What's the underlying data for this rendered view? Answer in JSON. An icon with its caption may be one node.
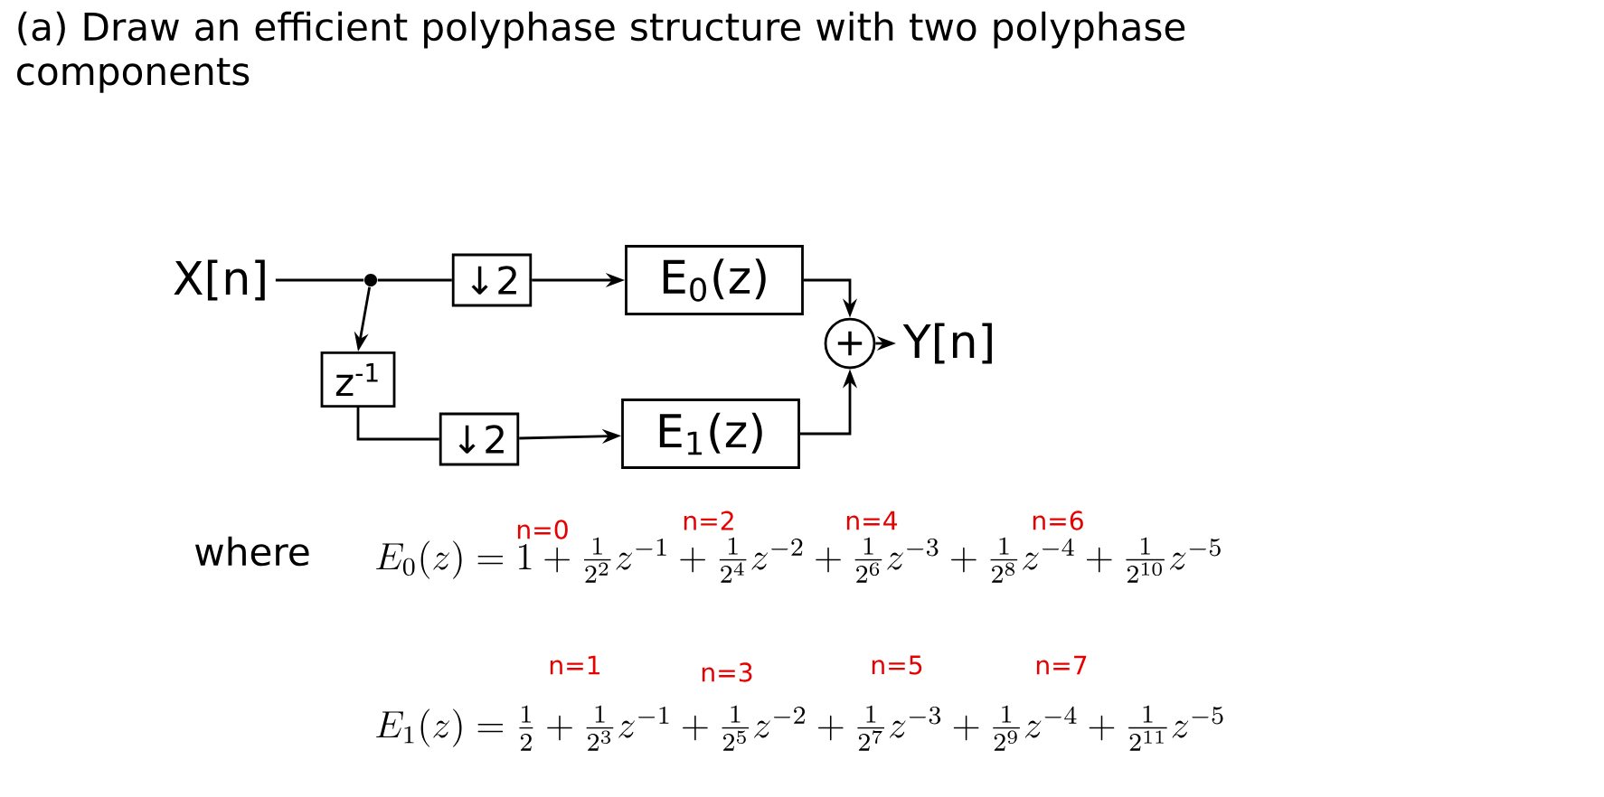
{
  "diagram": {
    "title": "(a) Draw an efficient polyphase structure with two polyphase components",
    "nodes": [
      {
        "text": [
          "X[n]"
        ]
      },
      {
        "text": [],
        "shape": "circle"
      },
      {
        "text": [
          "↓2"
        ]
      },
      {
        "text": [
          "E$_{0}$(z)"
        ]
      },
      {
        "text": [
          "z$^{-1}$"
        ]
      },
      {
        "text": [
          "↓2"
        ]
      },
      {
        "text": [
          "E$_{1}$(z)"
        ]
      },
      {
        "text": [
          "+"
        ]
      },
      {
        "text": [
          "Y[n]"
        ]
      }
    ],
    "edges": [
      {
        "from": 0,
        "to": 1,
        "arrow": "none"
      },
      {
        "from": 1,
        "to": 2,
        "arrow": "none"
      },
      {
        "from": 2,
        "to": 3,
        "arrow": "to"
      },
      {
        "from": 3,
        "to": 7,
        "arrow": "to"
      },
      {
        "from": 1,
        "to": 4,
        "arrow": "to"
      },
      {
        "from": 4,
        "to": 5,
        "arrow": "none"
      },
      {
        "from": 5,
        "to": 6,
        "arrow": "to"
      },
      {
        "from": 6,
        "to": 7,
        "arrow": "to"
      },
      {
        "from": 7,
        "to": 8,
        "arrow": "to"
      }
    ],
    "labels": [
      "n=0",
      "n=2",
      "n=4",
      "n=6",
      "where",
      "E_0(z) = 1 + \\frac{1}{2^2}z^{-1} + \\frac{1}{2^4}z^{-2} + \\frac{1}{2^6}z^{-3} + \\frac{1}{2^8}z^{-4} + \\frac{1}{2^{10}}z^{-5}",
      "n=1",
      "n=3",
      "n=5",
      "n=7",
      "E_1(z) = \\frac{1}{2} + \\frac{1}{2^3}z^{-1} + \\frac{1}{2^5}z^{-2} + \\frac{1}{2^7}z^{-3} + \\frac{1}{2^9}z^{-4} + \\frac{1}{2^{11}}z^{-5}"
    ]
  }
}
